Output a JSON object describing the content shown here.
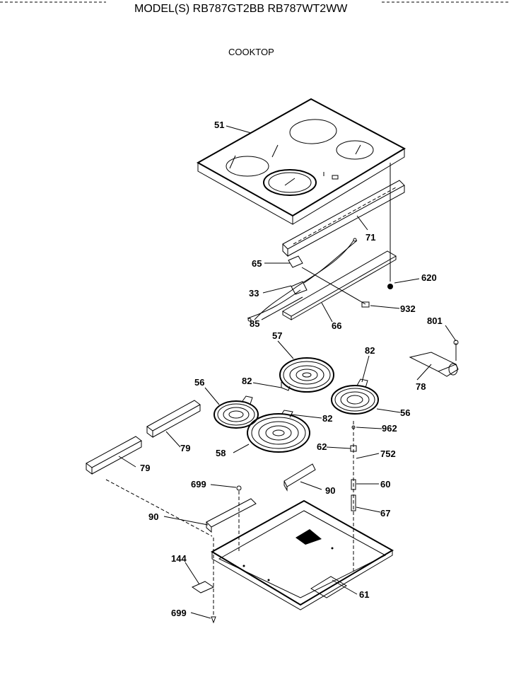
{
  "header": {
    "models_label": "MODEL(S) RB787GT2BB  RB787WT2WW",
    "section_title": "COOKTOP"
  },
  "parts": [
    {
      "id": "p51",
      "label": "51"
    },
    {
      "id": "p71",
      "label": "71"
    },
    {
      "id": "p65",
      "label": "65"
    },
    {
      "id": "p620",
      "label": "620"
    },
    {
      "id": "p33",
      "label": "33"
    },
    {
      "id": "p932",
      "label": "932"
    },
    {
      "id": "p85",
      "label": "85"
    },
    {
      "id": "p66",
      "label": "66"
    },
    {
      "id": "p801",
      "label": "801"
    },
    {
      "id": "p57",
      "label": "57"
    },
    {
      "id": "p82a",
      "label": "82"
    },
    {
      "id": "p82b",
      "label": "82"
    },
    {
      "id": "p56a",
      "label": "56"
    },
    {
      "id": "p78",
      "label": "78"
    },
    {
      "id": "p82c",
      "label": "82"
    },
    {
      "id": "p56b",
      "label": "56"
    },
    {
      "id": "p962",
      "label": "962"
    },
    {
      "id": "p79a",
      "label": "79"
    },
    {
      "id": "p58",
      "label": "58"
    },
    {
      "id": "p62",
      "label": "62"
    },
    {
      "id": "p752",
      "label": "752"
    },
    {
      "id": "p79b",
      "label": "79"
    },
    {
      "id": "p699a",
      "label": "699"
    },
    {
      "id": "p60",
      "label": "60"
    },
    {
      "id": "p90a",
      "label": "90"
    },
    {
      "id": "p67",
      "label": "67"
    },
    {
      "id": "p90b",
      "label": "90"
    },
    {
      "id": "p144",
      "label": "144"
    },
    {
      "id": "p61",
      "label": "61"
    },
    {
      "id": "p699b",
      "label": "699"
    }
  ]
}
